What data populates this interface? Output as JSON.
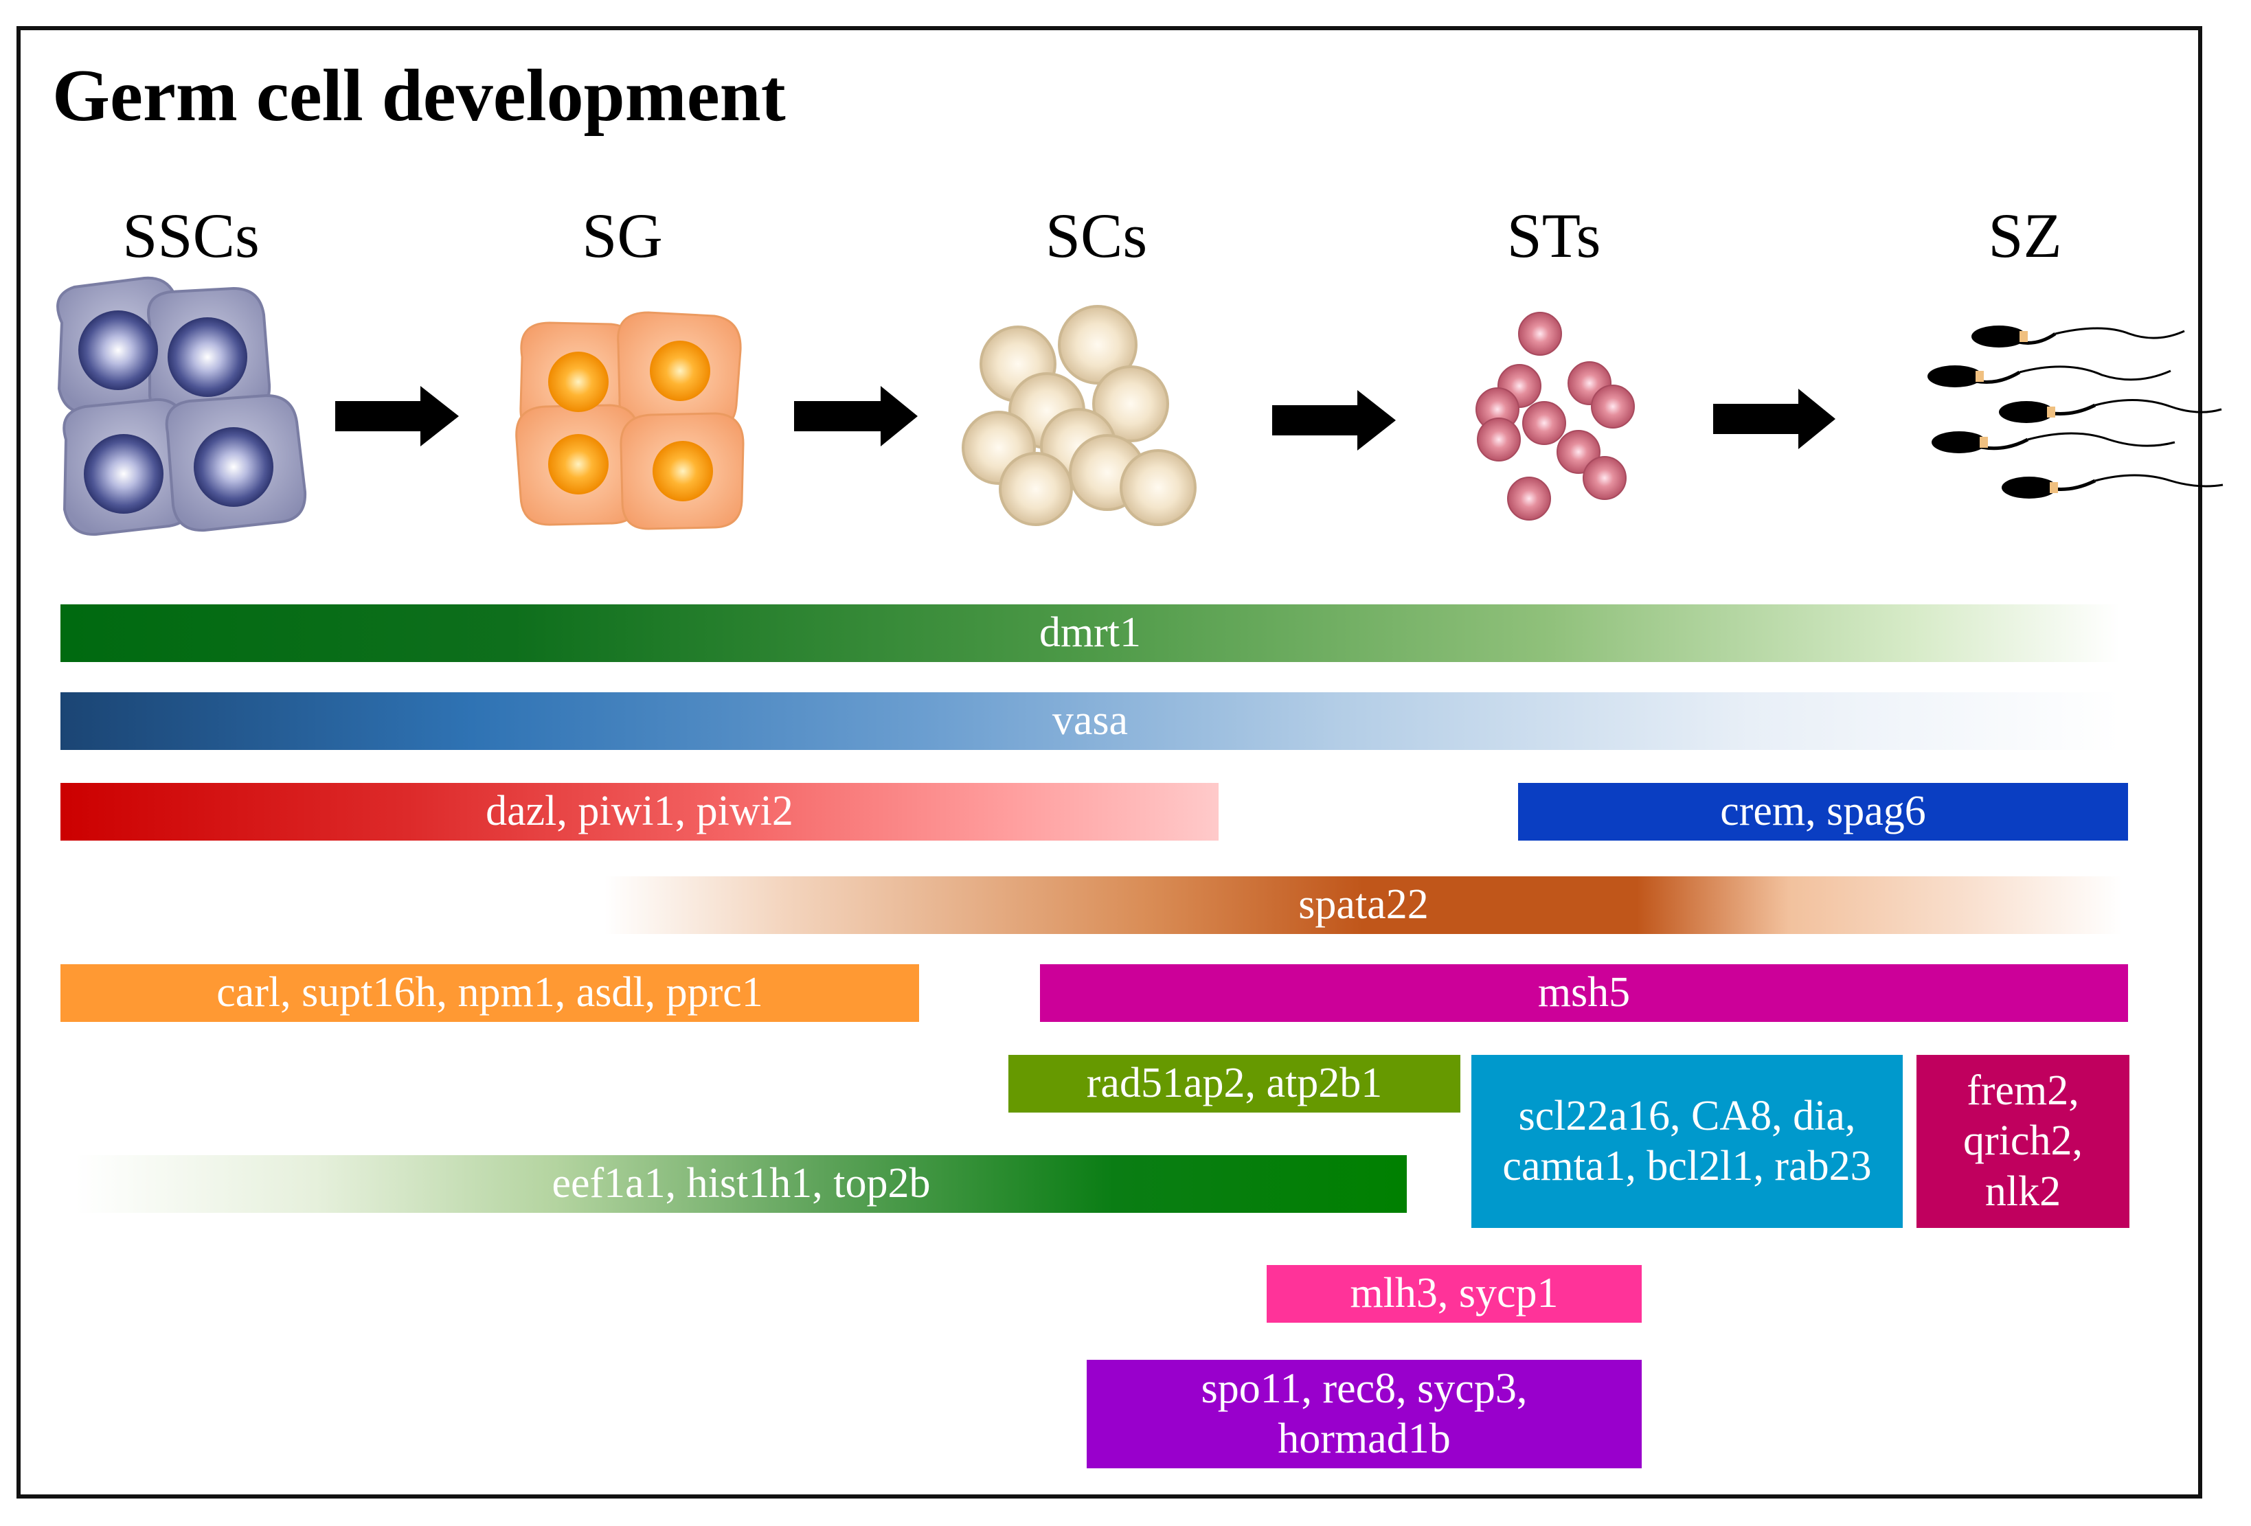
{
  "title": "Germ cell development",
  "stages": [
    {
      "label": "SSCs",
      "icon": "spermatogonial-stem-cells-icon"
    },
    {
      "label": "SG",
      "icon": "spermatogonia-icon"
    },
    {
      "label": "SCs",
      "icon": "spermatocytes-icon"
    },
    {
      "label": "STs",
      "icon": "spermatids-icon"
    },
    {
      "label": "SZ",
      "icon": "spermatozoa-icon"
    }
  ],
  "arrow_icon": "right-arrow-icon",
  "markers": {
    "dmrt1": "dmrt1",
    "vasa": "vasa",
    "dazl": "dazl, piwi1, piwi2",
    "crem": "crem, spag6",
    "spata22": "spata22",
    "carl": "carl, supt16h, npm1, asdl, pprc1",
    "msh5": "msh5",
    "rad51ap2": "rad51ap2, atp2b1",
    "scl22a16": "scl22a16, CA8, dia, camta1, bcl2l1, rab23",
    "frem2": "frem2, qrich2, nlk2",
    "eef1a1": "eef1a1, hist1h1, top2b",
    "mlh3": "mlh3, sycp1",
    "spo11": "spo11, rec8, sycp3, hormad1b"
  },
  "colors": {
    "dmrt1": "#0e6b1c",
    "vasa": "#1f4e87",
    "dazl": "#cc0000",
    "crem": "#0a3ec2",
    "spata22": "#c0561a",
    "carl": "#ff9933",
    "msh5": "#cc0099",
    "rad51ap2": "#669900",
    "scl22a16": "#0099cc",
    "frem2": "#c0005e",
    "eef1a1": "#008000",
    "mlh3": "#ff3399",
    "spo11": "#9900cc"
  }
}
